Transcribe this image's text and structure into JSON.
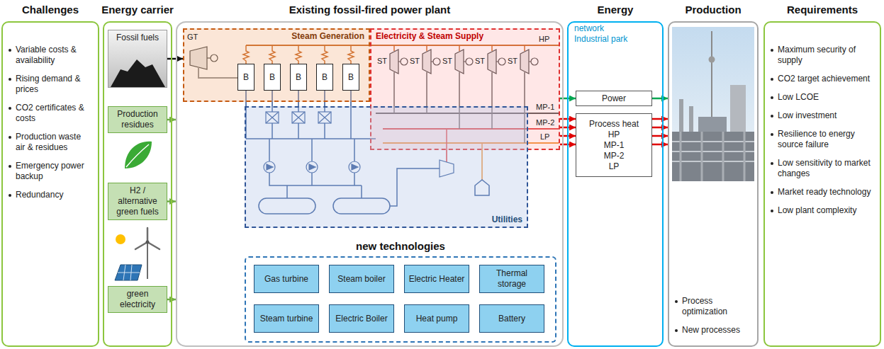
{
  "diagram": {
    "nodes": [
      {
        "text": [
          "Challenges",
          "Variable costs & availability",
          "Rising demand & prices",
          "CO2 certificates & costs",
          "Production waste air & residues",
          "Emergency power backup",
          "Redundancy"
        ]
      },
      {
        "text": [
          "Energy carrier"
        ]
      },
      {
        "text": [
          "Fossil fuels"
        ],
        "in": 1
      },
      {
        "text": [
          "Production residues"
        ],
        "in": 1
      },
      {
        "text": [
          "H2 / alternative green fuels"
        ],
        "in": 1
      },
      {
        "text": [
          "green electricity"
        ],
        "in": 1
      },
      {
        "text": [
          "Existing fossil-fired power plant"
        ]
      },
      {
        "text": [
          "Steam Generation"
        ],
        "in": 6
      },
      {
        "text": [
          "B"
        ],
        "in": 7
      },
      {
        "text": [
          "B"
        ],
        "in": 7
      },
      {
        "text": [
          "B"
        ],
        "in": 7
      },
      {
        "text": [
          "B"
        ],
        "in": 7
      },
      {
        "text": [
          "B"
        ],
        "in": 7
      },
      {
        "text": [
          "Electricity & Steam Supply"
        ],
        "in": 6
      },
      {
        "text": [
          "Utilities"
        ],
        "in": 6
      },
      {
        "text": [
          "new technologies"
        ],
        "in": 6
      },
      {
        "text": [
          "Gas turbine"
        ],
        "in": 15
      },
      {
        "text": [
          "Steam boiler"
        ],
        "in": 15
      },
      {
        "text": [
          "Electric Heater"
        ],
        "in": 15
      },
      {
        "text": [
          "Thermal storage"
        ],
        "in": 15
      },
      {
        "text": [
          "Steam turbine"
        ],
        "in": 15
      },
      {
        "text": [
          "Electric Boiler"
        ],
        "in": 15
      },
      {
        "text": [
          "Heat pump"
        ],
        "in": 15
      },
      {
        "text": [
          "Battery"
        ],
        "in": 15
      },
      {
        "text": [
          "Energy",
          "network Industrial park"
        ]
      },
      {
        "text": [
          "Power"
        ],
        "in": 24
      },
      {
        "text": [
          "Process heat",
          "HP",
          "MP-1",
          "MP-2",
          "LP"
        ],
        "in": 24
      },
      {
        "text": [
          "Production",
          "Process optimization",
          "New processes"
        ]
      },
      {
        "text": [
          "Requirements",
          "Maximum security of supply",
          "CO2 target achievement",
          "Low LCOE",
          "Low investment",
          "Resilience to energy source failure",
          "Low sensitivity to market changes",
          "Market ready technology",
          "Low plant complexity"
        ]
      }
    ],
    "edges": [
      {
        "from": 2,
        "to": 7,
        "arrow": "to"
      },
      {
        "from": 3,
        "to": 6,
        "arrow": "to"
      },
      {
        "from": 4,
        "to": 6,
        "arrow": "to"
      },
      {
        "from": 5,
        "to": 6,
        "arrow": "to"
      },
      {
        "from": 13,
        "to": 25,
        "arrow": "to"
      },
      {
        "from": 25,
        "to": 27,
        "arrow": "to"
      },
      {
        "from": 13,
        "to": 26,
        "arrow": "to"
      },
      {
        "from": 13,
        "to": 26,
        "arrow": "to"
      },
      {
        "from": 13,
        "to": 26,
        "arrow": "to"
      },
      {
        "from": 13,
        "to": 26,
        "arrow": "to"
      },
      {
        "from": 26,
        "to": 27,
        "arrow": "to"
      },
      {
        "from": 26,
        "to": 27,
        "arrow": "to"
      },
      {
        "from": 26,
        "to": 27,
        "arrow": "to"
      },
      {
        "from": 26,
        "to": 27,
        "arrow": "to"
      }
    ],
    "labels": [
      "GT",
      "ST",
      "ST",
      "ST",
      "ST",
      "ST",
      "HP",
      "MP-1",
      "MP-2",
      "LP"
    ]
  }
}
